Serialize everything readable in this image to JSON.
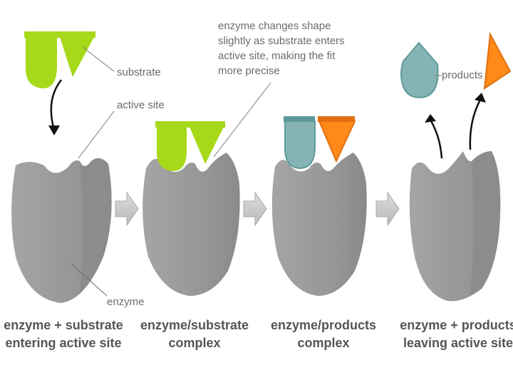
{
  "labels": {
    "substrate": "substrate",
    "active_site": "active site",
    "enzyme": "enzyme",
    "products": "products",
    "shape_note": [
      "enzyme changes shape",
      "slightly as substrate enters",
      "active site, making the fit",
      "more precise"
    ]
  },
  "stages": [
    {
      "line1": "enzyme + substrate",
      "line2": "entering active site"
    },
    {
      "line1": "enzyme/substrate",
      "line2": "complex"
    },
    {
      "line1": "enzyme/products",
      "line2": "complex"
    },
    {
      "line1": "enzyme + products",
      "line2": "leaving active site"
    }
  ],
  "colors": {
    "enzyme": "#9a9a9a",
    "substrate": "#a6d91a",
    "product_teal": "#86b3b3",
    "product_orange": "#ff8a1a",
    "arrow": "#c8c8c8",
    "text": "#6b6b6b"
  }
}
